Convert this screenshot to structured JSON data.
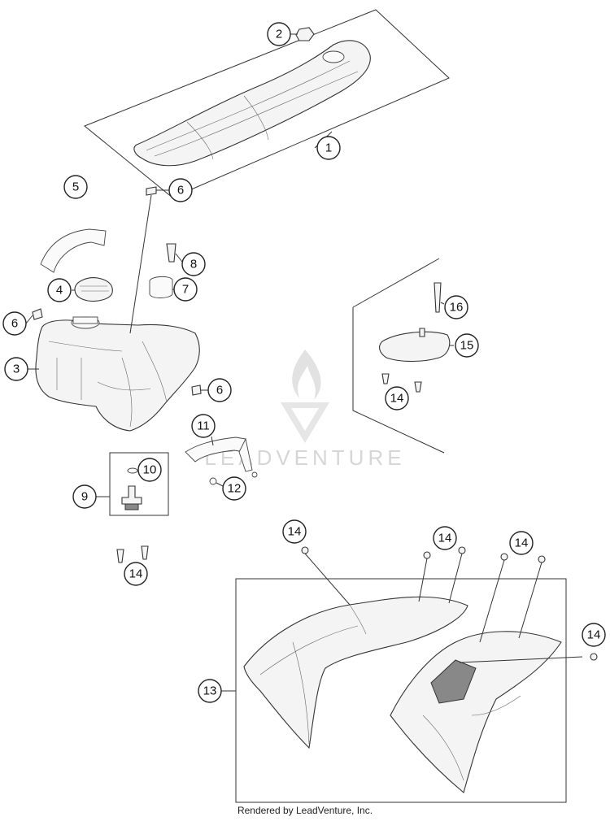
{
  "diagram": {
    "watermark": "LEADVENTURE",
    "callouts": [
      {
        "id": "c1",
        "label": "1"
      },
      {
        "id": "c2",
        "label": "2"
      },
      {
        "id": "c3",
        "label": "3"
      },
      {
        "id": "c4",
        "label": "4"
      },
      {
        "id": "c5",
        "label": "5"
      },
      {
        "id": "c6a",
        "label": "6"
      },
      {
        "id": "c6b",
        "label": "6"
      },
      {
        "id": "c6c",
        "label": "6"
      },
      {
        "id": "c7",
        "label": "7"
      },
      {
        "id": "c8",
        "label": "8"
      },
      {
        "id": "c9",
        "label": "9"
      },
      {
        "id": "c10",
        "label": "10"
      },
      {
        "id": "c11",
        "label": "11"
      },
      {
        "id": "c12",
        "label": "12"
      },
      {
        "id": "c13",
        "label": "13"
      },
      {
        "id": "c14a",
        "label": "14"
      },
      {
        "id": "c14b",
        "label": "14"
      },
      {
        "id": "c14c",
        "label": "14"
      },
      {
        "id": "c14d",
        "label": "14"
      },
      {
        "id": "c14e",
        "label": "14"
      },
      {
        "id": "c14f",
        "label": "14"
      },
      {
        "id": "c15",
        "label": "15"
      },
      {
        "id": "c16",
        "label": "16"
      }
    ]
  },
  "footer": {
    "text": "Rendered by LeadVenture, Inc."
  }
}
